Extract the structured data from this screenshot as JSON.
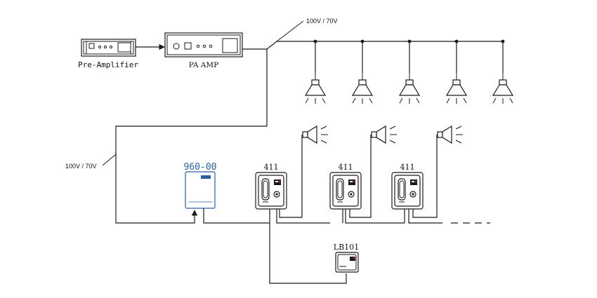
{
  "components": {
    "pre_amplifier": {
      "label": "Pre-Amplifier"
    },
    "pa_amp": {
      "label": "PA AMP"
    },
    "module_960": {
      "label": "960-00",
      "accent_color": "#2a5f9e"
    },
    "stations": [
      {
        "label": "411"
      },
      {
        "label": "411"
      },
      {
        "label": "411"
      }
    ],
    "lb101": {
      "label": "LB101"
    }
  },
  "lines": {
    "top_line_label": "100V / 70V",
    "left_line_label": "100V / 70V"
  },
  "icons": {
    "ceiling_speaker": "ceiling-speaker-icon",
    "horn_speaker": "horn-speaker-icon",
    "handset": "handset-icon"
  }
}
